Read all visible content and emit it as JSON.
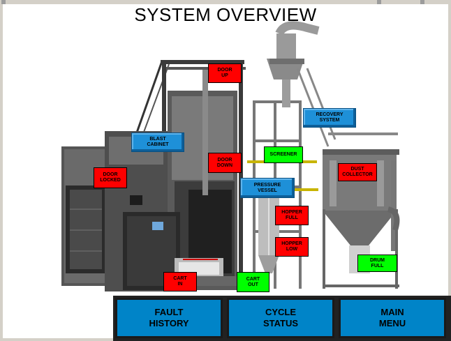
{
  "title": "SYSTEM OVERVIEW",
  "tags": {
    "door_up": "DOOR\nUP",
    "blast_cabinet": "BLAST\nCABINET",
    "door_locked": "DOOR\nLOCKED",
    "door_down": "DOOR\nDOWN",
    "recovery_system": "RECOVERY\nSYSTEM",
    "screener": "SCREENER",
    "dust_collector": "DUST\nCOLLECTOR",
    "pressure_vessel": "PRESSURE\nVESSEL",
    "hopper_full": "HOPPER\nFULL",
    "hopper_low": "HOPPER\nLOW",
    "drum_full": "DRUM\nFULL",
    "cart_in": "CART\nIN",
    "cart_out": "CART\nOUT"
  },
  "nav": {
    "fault_history": "FAULT\nHISTORY",
    "cycle_status": "CYCLE\nSTATUS",
    "main_menu": "MAIN\nMENU"
  },
  "colors": {
    "alarm": "#ff0000",
    "ok": "#00ff00",
    "label": "#1e90d8",
    "nav_button": "#0084c8"
  }
}
